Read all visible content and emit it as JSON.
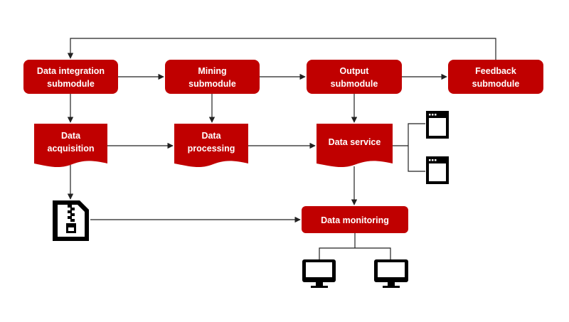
{
  "colors": {
    "node_fill": "#c00000",
    "line": "#222222",
    "icon": "#000000",
    "background": "#ffffff"
  },
  "nodes": {
    "data_integration": {
      "line1": "Data integration",
      "line2": "submodule"
    },
    "mining": {
      "line1": "Mining",
      "line2": "submodule"
    },
    "output": {
      "line1": "Output",
      "line2": "submodule"
    },
    "feedback": {
      "line1": "Feedback",
      "line2": "submodule"
    },
    "data_acquisition": {
      "line1": "Data",
      "line2": "acquisition"
    },
    "data_processing": {
      "line1": "Data",
      "line2": "processing"
    },
    "data_service": {
      "label": "Data service"
    },
    "data_monitoring": {
      "label": "Data monitoring"
    }
  },
  "icons": [
    "zip-file-icon",
    "browser-window-icon",
    "browser-window-icon",
    "monitor-icon",
    "monitor-icon"
  ]
}
